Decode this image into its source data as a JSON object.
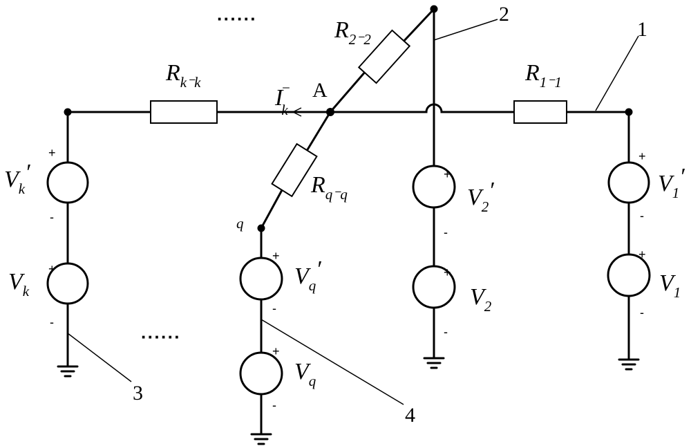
{
  "resistors": {
    "r_kk": {
      "main": "R",
      "sub": "k⁻k"
    },
    "r_22": {
      "main": "R",
      "sub": "2⁻2"
    },
    "r_11": {
      "main": "R",
      "sub": "1⁻1"
    },
    "r_qq": {
      "main": "R",
      "sub": "q⁻q"
    }
  },
  "sources": {
    "vk_prime": {
      "main": "V",
      "sub": "k",
      "prime": "′"
    },
    "vk": {
      "main": "V",
      "sub": "k"
    },
    "vq_prime": {
      "main": "V",
      "sub": "q",
      "prime": "′"
    },
    "vq": {
      "main": "V",
      "sub": "q"
    },
    "v2_prime": {
      "main": "V",
      "sub": "2",
      "prime": "′"
    },
    "v2": {
      "main": "V",
      "sub": "2"
    },
    "v1_prime": {
      "main": "V",
      "sub": "1",
      "prime": "′"
    },
    "v1": {
      "main": "V",
      "sub": "1"
    }
  },
  "current": {
    "main": "I",
    "sub": "k",
    "sup": "−"
  },
  "node_a": "A",
  "node_q": "q",
  "callouts": [
    "1",
    "2",
    "3",
    "4"
  ],
  "ellipsis": "······",
  "plus": "+",
  "minus": "-"
}
